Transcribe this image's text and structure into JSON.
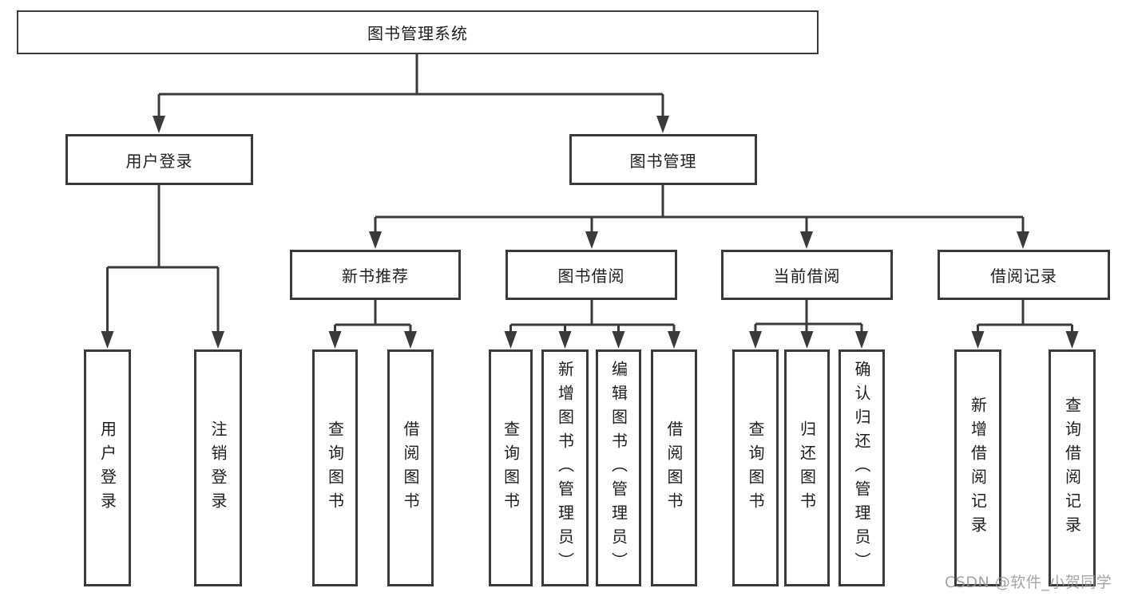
{
  "tree": {
    "root": "图书管理系统",
    "children": [
      {
        "label": "用户登录",
        "children": [
          "用户登录",
          "注销登录"
        ]
      },
      {
        "label": "图书管理",
        "children": [
          {
            "label": "新书推荐",
            "children": [
              "查询图书",
              "借阅图书"
            ]
          },
          {
            "label": "图书借阅",
            "children": [
              "查询图书",
              "新增图书（管理员）",
              "编辑图书（管理员）",
              "借阅图书"
            ]
          },
          {
            "label": "当前借阅",
            "children": [
              "查询图书",
              "归还图书",
              "确认归还（管理员）"
            ]
          },
          {
            "label": "借阅记录",
            "children": [
              "新增借阅记录",
              "查询借阅记录"
            ]
          }
        ]
      }
    ]
  },
  "watermark": {
    "text": "CSDN @软件_小贺同学"
  },
  "colors": {
    "line": "#3a3a3a",
    "box_border": "#3a3a3a",
    "text": "#1e1e1e",
    "background": "#ffffff",
    "watermark": "#949494"
  }
}
